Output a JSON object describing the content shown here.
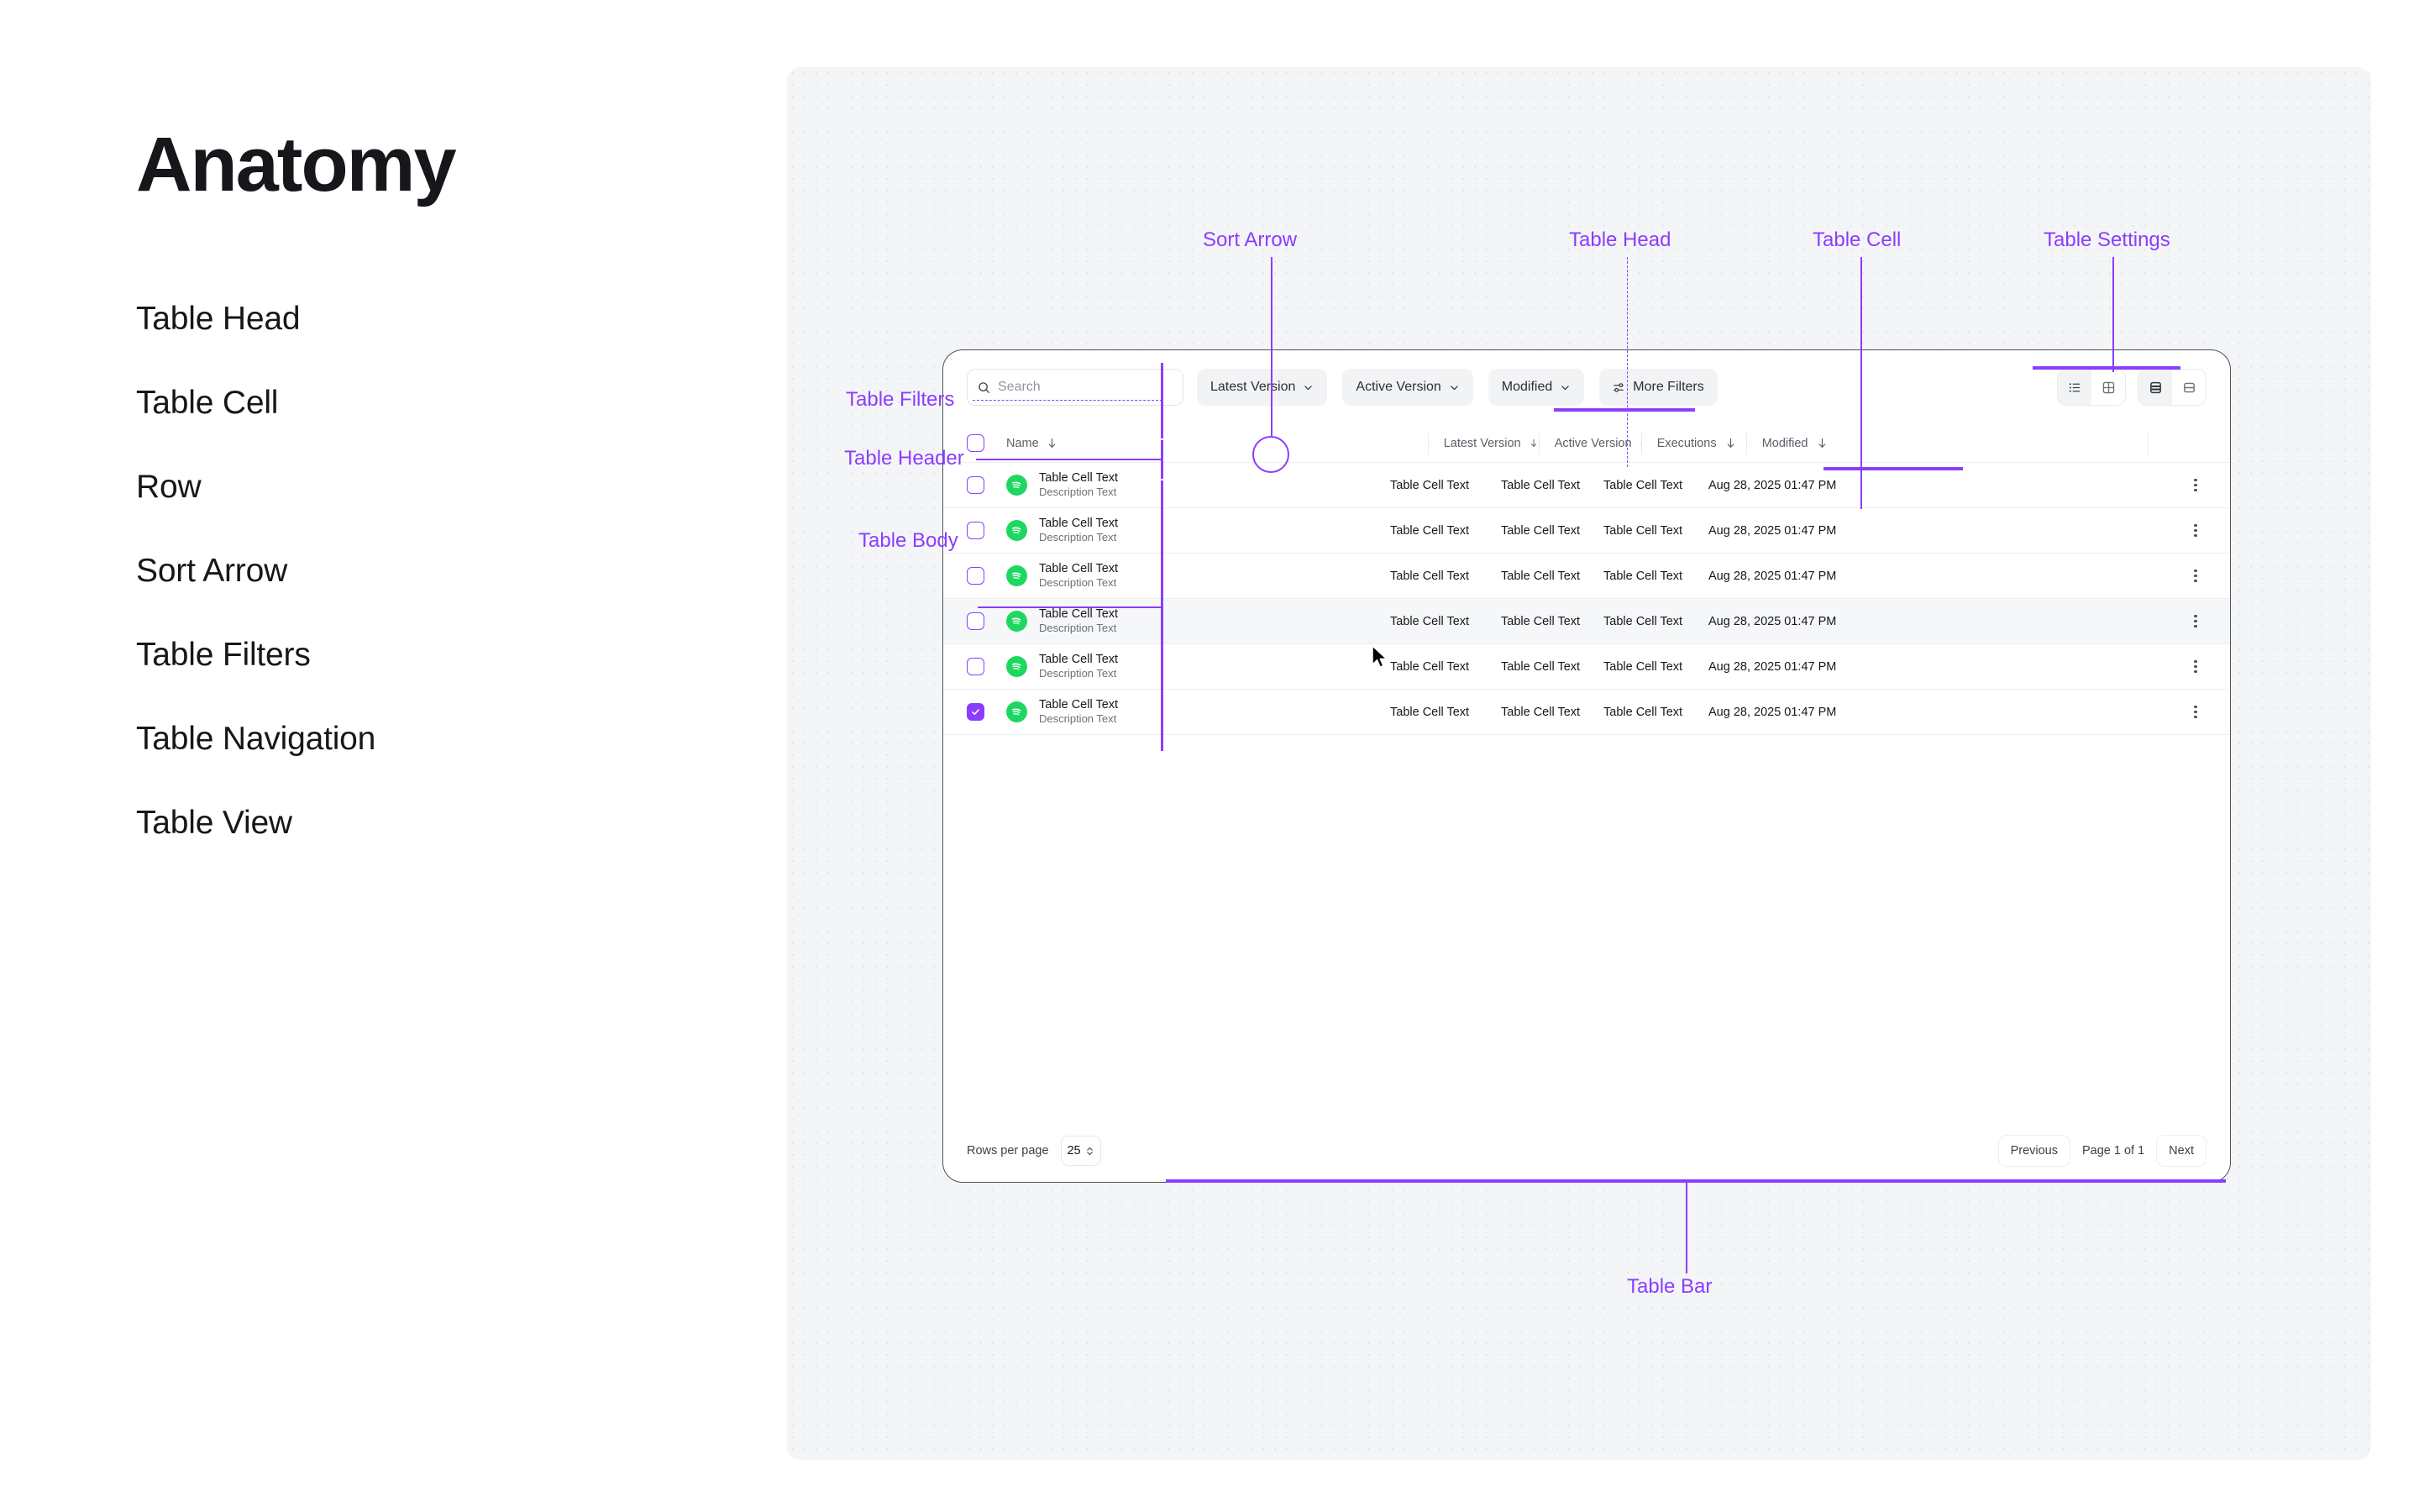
{
  "page": {
    "title": "Anatomy",
    "terms": [
      "Table Head",
      "Table Cell",
      "Row",
      "Sort Arrow",
      "Table Filters",
      "Table Navigation",
      "Table View"
    ]
  },
  "accent_color": "#8b3dff",
  "annotations": {
    "sort_arrow": "Sort Arrow",
    "table_head": "Table Head",
    "table_cell": "Table Cell",
    "table_settings": "Table Settings",
    "table_filters": "Table Filters",
    "table_header": "Table Header",
    "table_body": "Table Body",
    "table_bar": "Table Bar"
  },
  "table": {
    "filters": {
      "search_placeholder": "Search",
      "search_value": "",
      "search_icon": "search-icon",
      "chips": [
        {
          "label": "Latest Version",
          "icon": "chevron-down-icon"
        },
        {
          "label": "Active Version",
          "icon": "chevron-down-icon"
        },
        {
          "label": "Modified",
          "icon": "chevron-down-icon"
        },
        {
          "label": "More Filters",
          "icon": "sliders-icon"
        }
      ],
      "view_toggles": [
        {
          "icon": "list-view-icon",
          "active": true
        },
        {
          "icon": "grid-view-icon",
          "active": false
        }
      ],
      "density_toggles": [
        {
          "icon": "rows-dense-icon",
          "active": true
        },
        {
          "icon": "rows-comfortable-icon",
          "active": false
        }
      ]
    },
    "header": {
      "select_all_checked": false,
      "columns": [
        {
          "label": "Name",
          "sort_icon": "sort-arrow-down-icon"
        },
        {
          "label": "Latest Version",
          "sort_icon": "sort-arrow-down-icon"
        },
        {
          "label": "Active Version",
          "sort_icon": "sort-arrow-down-icon"
        },
        {
          "label": "Executions",
          "sort_icon": "sort-arrow-down-icon"
        },
        {
          "label": "Modified",
          "sort_icon": "sort-arrow-down-icon"
        }
      ]
    },
    "rows": [
      {
        "checked": false,
        "hovered": false,
        "app_icon": "spotify-icon",
        "name": "Table Cell Text",
        "description": "Description Text",
        "latest_version": "Table Cell Text",
        "active_version": "Table Cell Text",
        "executions": "Table Cell Text",
        "modified": "Aug 28, 2025 01:47 PM",
        "menu_icon": "kebab-menu-icon"
      },
      {
        "checked": false,
        "hovered": false,
        "app_icon": "spotify-icon",
        "name": "Table Cell Text",
        "description": "Description Text",
        "latest_version": "Table Cell Text",
        "active_version": "Table Cell Text",
        "executions": "Table Cell Text",
        "modified": "Aug 28, 2025 01:47 PM",
        "menu_icon": "kebab-menu-icon"
      },
      {
        "checked": false,
        "hovered": false,
        "app_icon": "spotify-icon",
        "name": "Table Cell Text",
        "description": "Description Text",
        "latest_version": "Table Cell Text",
        "active_version": "Table Cell Text",
        "executions": "Table Cell Text",
        "modified": "Aug 28, 2025 01:47 PM",
        "menu_icon": "kebab-menu-icon"
      },
      {
        "checked": false,
        "hovered": true,
        "app_icon": "spotify-icon",
        "name": "Table Cell Text",
        "description": "Description Text",
        "latest_version": "Table Cell Text",
        "active_version": "Table Cell Text",
        "executions": "Table Cell Text",
        "modified": "Aug 28, 2025 01:47 PM",
        "menu_icon": "kebab-menu-icon"
      },
      {
        "checked": false,
        "hovered": false,
        "app_icon": "spotify-icon",
        "name": "Table Cell Text",
        "description": "Description Text",
        "latest_version": "Table Cell Text",
        "active_version": "Table Cell Text",
        "executions": "Table Cell Text",
        "modified": "Aug 28, 2025 01:47 PM",
        "menu_icon": "kebab-menu-icon"
      },
      {
        "checked": true,
        "hovered": false,
        "app_icon": "spotify-icon",
        "name": "Table Cell Text",
        "description": "Description Text",
        "latest_version": "Table Cell Text",
        "active_version": "Table Cell Text",
        "executions": "Table Cell Text",
        "modified": "Aug 28, 2025 01:47 PM",
        "menu_icon": "kebab-menu-icon"
      }
    ],
    "pagination": {
      "rows_per_page_label": "Rows per page",
      "rows_per_page_value": "25",
      "stepper_icon": "chevron-updown-icon",
      "previous_label": "Previous",
      "page_indicator": "Page 1 of 1",
      "next_label": "Next"
    }
  }
}
